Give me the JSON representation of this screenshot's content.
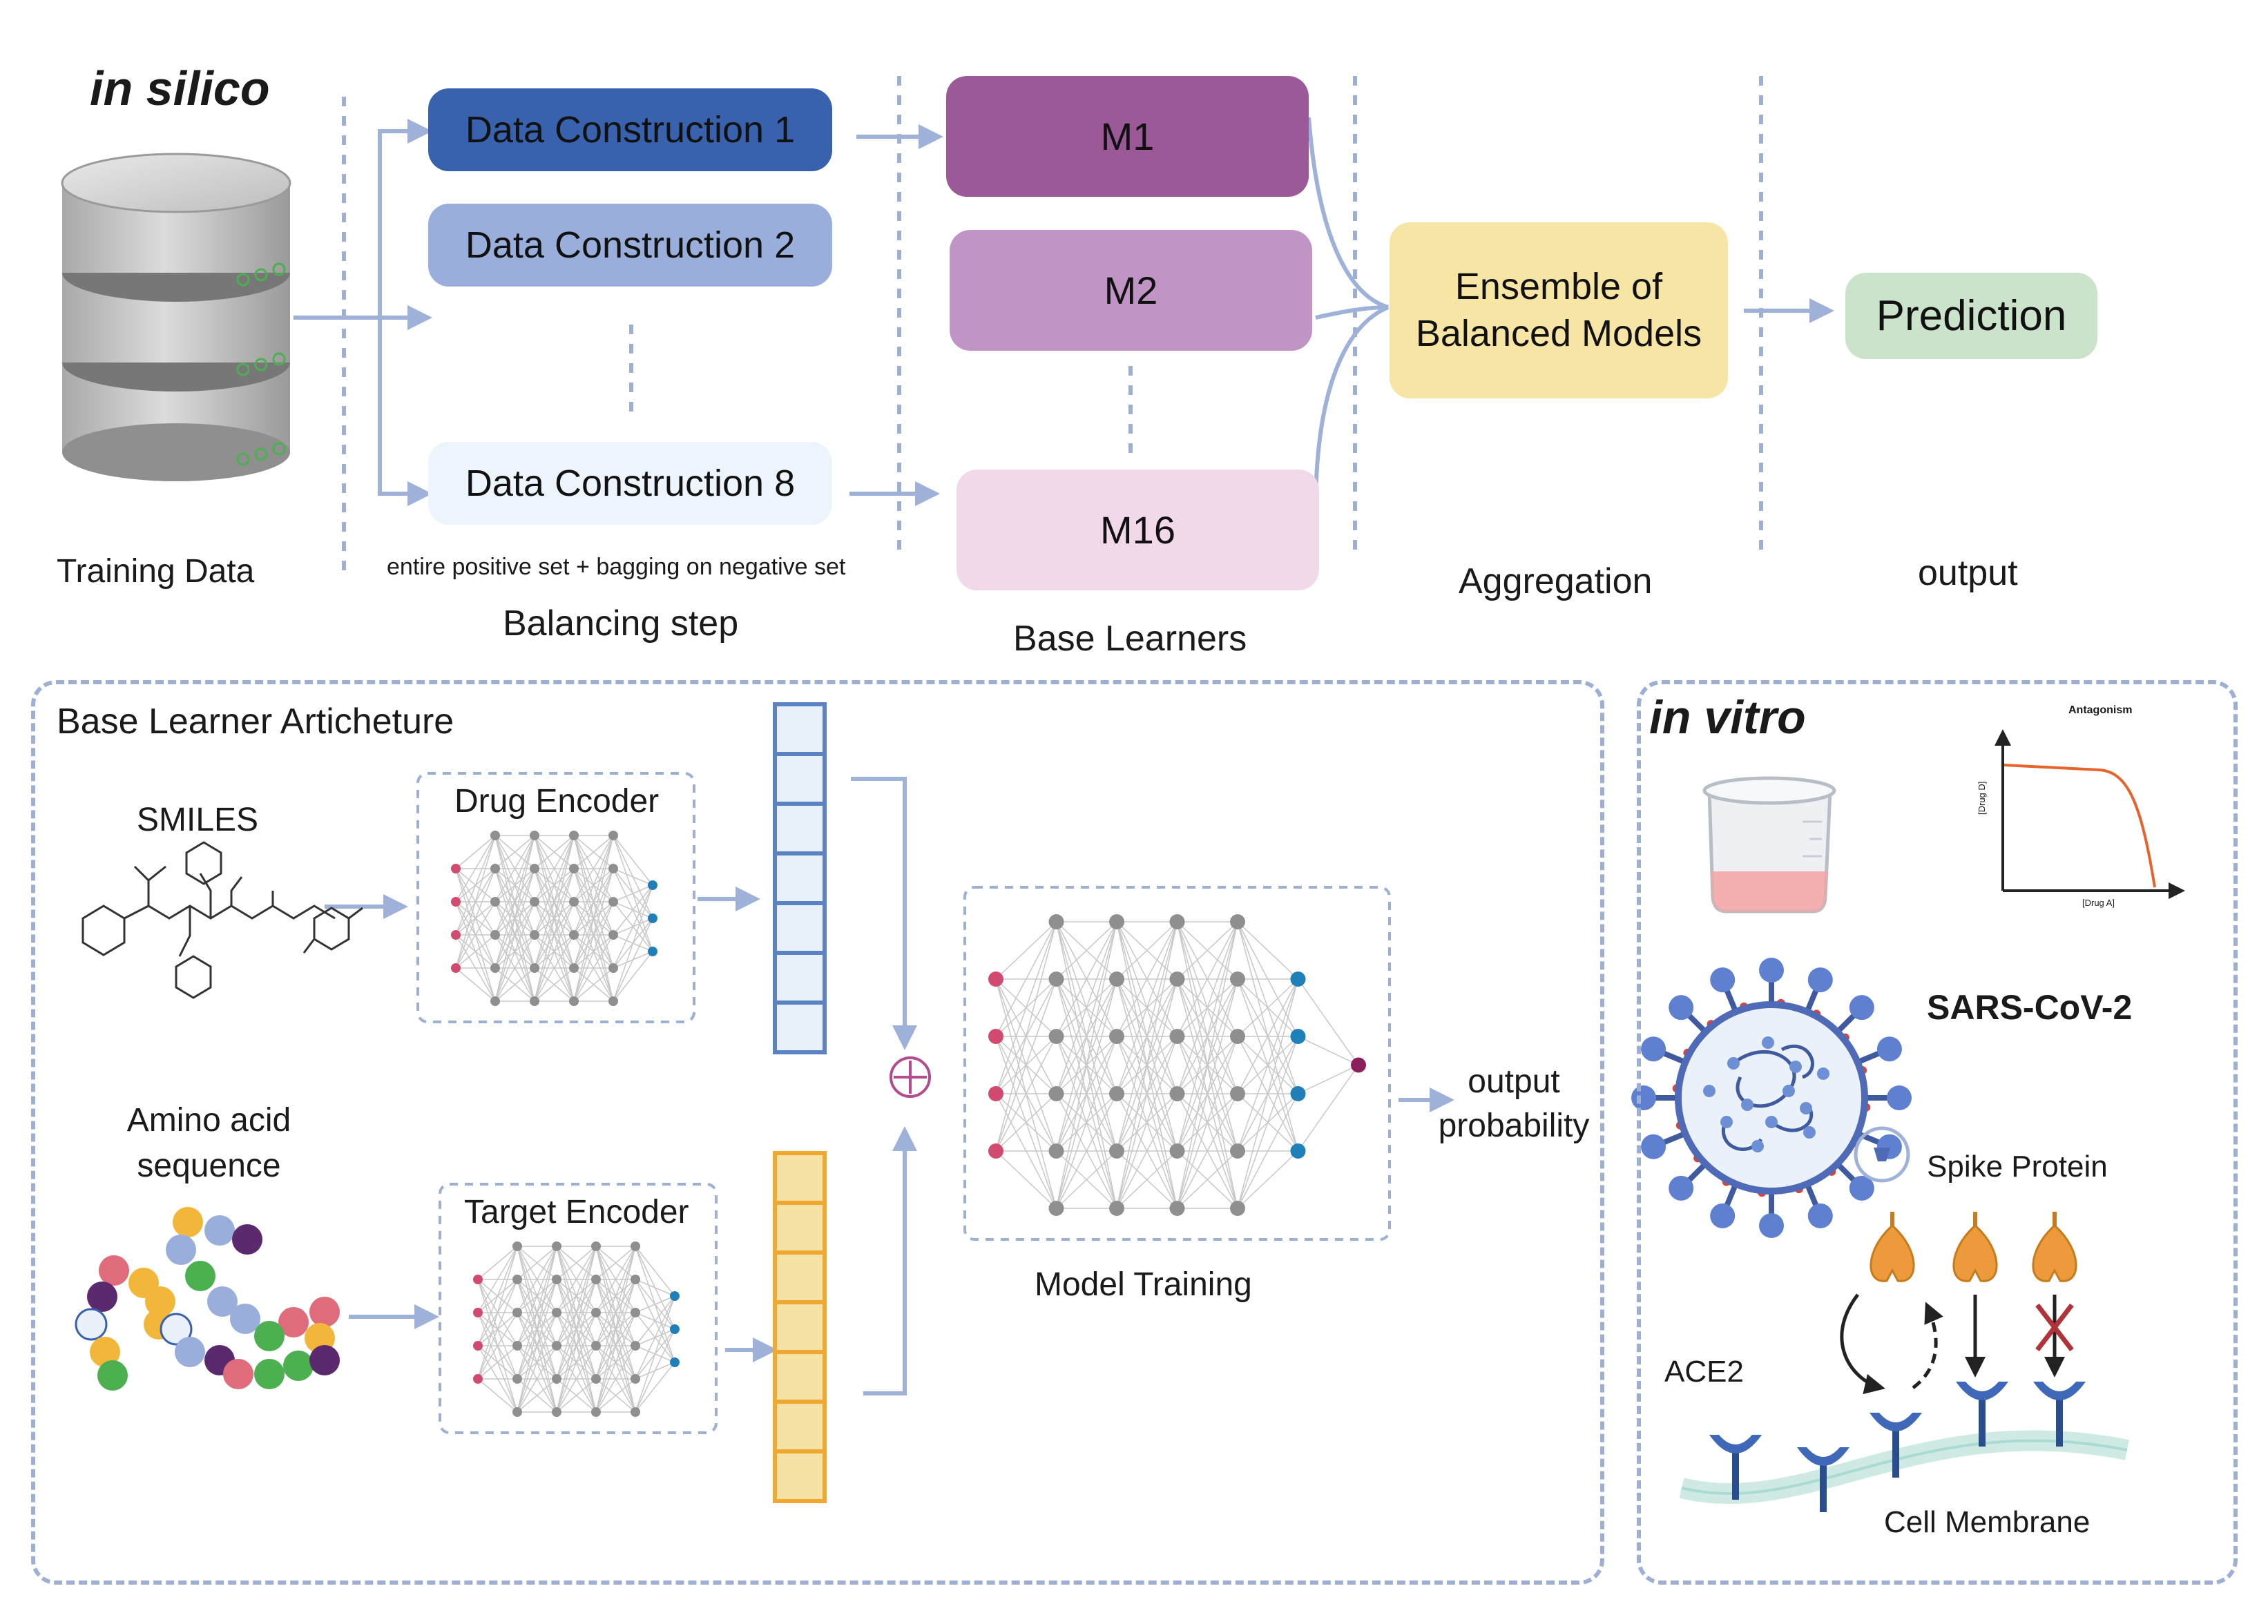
{
  "top": {
    "heading": "in silico",
    "training_label": "Training Data",
    "data_constructions": [
      "Data Construction 1",
      "Data Construction 2",
      "Data Construction 8"
    ],
    "balancing_note": "entire positive set + bagging on negative set",
    "balancing_label": "Balancing step",
    "models": [
      "M1",
      "M2",
      "M16"
    ],
    "base_learners_label": "Base Learners",
    "ensemble_label": "Ensemble of Balanced Models",
    "aggregation_label": "Aggregation",
    "prediction_label": "Prediction",
    "output_label": "output"
  },
  "arch": {
    "title": "Base Learner Articheture",
    "smiles_label": "SMILES",
    "drug_encoder": "Drug Encoder",
    "amino_label": "Amino acid sequence",
    "target_encoder": "Target Encoder",
    "model_training": "Model Training",
    "output_probability": "output probability",
    "plus_symbol": "⊕"
  },
  "vitro": {
    "heading": "in vitro",
    "chart_title": "Antagonism",
    "chart_xlabel": "[Drug A]",
    "chart_ylabel": "[Drug D]",
    "virus_label": "SARS-CoV-2",
    "spike_label": "Spike Protein",
    "ace2_label": "ACE2",
    "membrane_label": "Cell Membrane"
  },
  "colors": {
    "dc1": "#3862ad",
    "dc2": "#9aaedb",
    "dc8": "#eef4fc",
    "m1": "#9b5a97",
    "m2": "#c095c6",
    "m16": "#f2d9ea",
    "ensemble": "#f6e5a4",
    "prediction": "#cbe2cb",
    "arrow": "#9eb1d9",
    "dashed": "#9db0d3"
  }
}
